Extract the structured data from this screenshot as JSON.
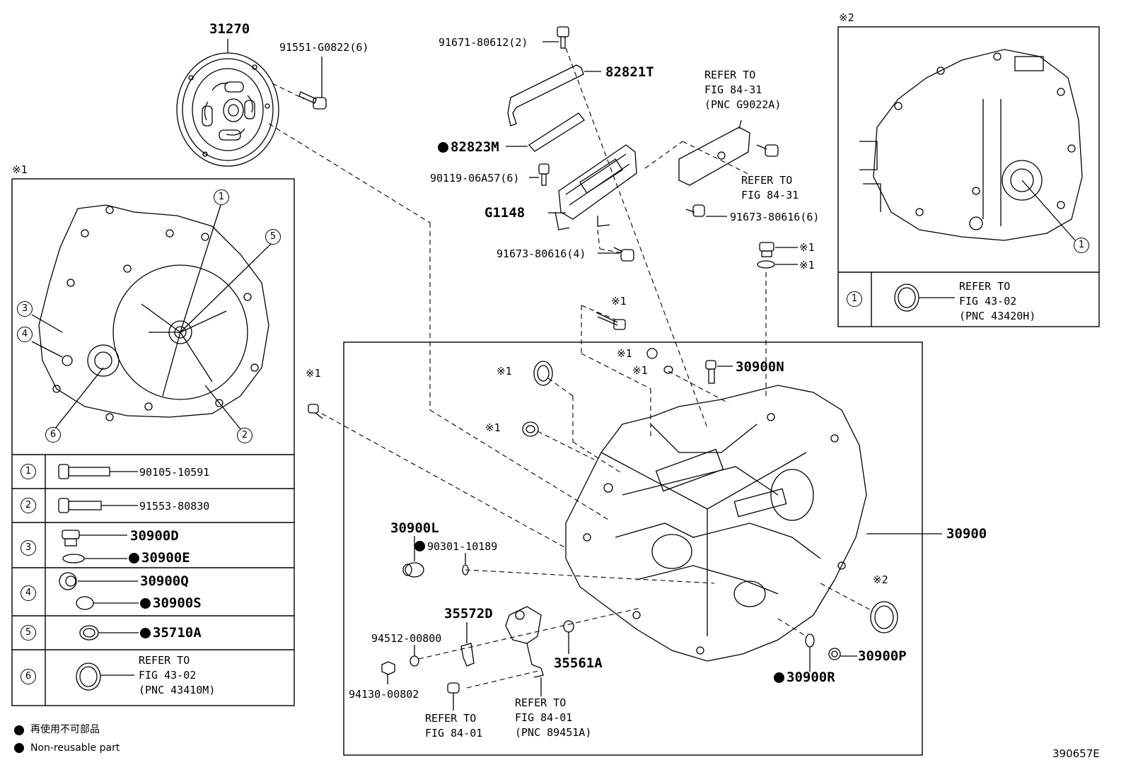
{
  "diagram_id": "390657E",
  "legend": {
    "line1": "再使用不可部品",
    "line2": "Non-reusable part"
  },
  "section_marks": {
    "inset1": "※1",
    "inset2": "※2"
  },
  "parts": {
    "clutch_cover": "31270",
    "clutch_bolt": "91551-G0822(6)",
    "bracket_bolt": "91671-80612(2)",
    "bracket": "82821T",
    "gasket": "82823M",
    "bolt_6a57": "90119-06A57(6)",
    "g1148": "G1148",
    "bolt_80616_4": "91673-80616(4)",
    "bolt_80616_6": "91673-80616(6)",
    "case_assy": "30900",
    "plug_n": "30900N",
    "plug_l": "30900L",
    "oring_10189": "90301-10189",
    "sensor": "35572D",
    "bolt_00800": "94512-00800",
    "nut_00802": "94130-00802",
    "seal_35561a": "35561A",
    "plug_p": "30900P",
    "gasket_r": "30900R",
    "mark1": "※1",
    "mark2": "※2"
  },
  "refs": {
    "ref_g9022a": "REFER TO\nFIG 84-31\n(PNC G9022A)",
    "ref_8431": "REFER TO\nFIG 84-31",
    "ref_8401": "REFER TO\nFIG 84-01",
    "ref_89451a": "REFER TO\nFIG 84-01\n(PNC 89451A)"
  },
  "inset1_table": [
    {
      "idx": "1",
      "parts": [
        {
          "no": "90105-10591",
          "nr": false
        }
      ]
    },
    {
      "idx": "2",
      "parts": [
        {
          "no": "91553-80830",
          "nr": false
        }
      ]
    },
    {
      "idx": "3",
      "parts": [
        {
          "no": "30900D",
          "nr": false
        },
        {
          "no": "30900E",
          "nr": true
        }
      ]
    },
    {
      "idx": "4",
      "parts": [
        {
          "no": "30900Q",
          "nr": false
        },
        {
          "no": "30900S",
          "nr": true
        }
      ]
    },
    {
      "idx": "5",
      "parts": [
        {
          "no": "35710A",
          "nr": true
        }
      ]
    },
    {
      "idx": "6",
      "ref": "REFER TO\nFIG 43-02\n(PNC 43410M)"
    }
  ],
  "inset2_table": [
    {
      "idx": "1",
      "ref": "REFER TO\nFIG 43-02\n(PNC 43420H)"
    }
  ],
  "inset1_callouts": [
    "1",
    "2",
    "3",
    "4",
    "5",
    "6"
  ],
  "inset2_callouts": [
    "1"
  ]
}
